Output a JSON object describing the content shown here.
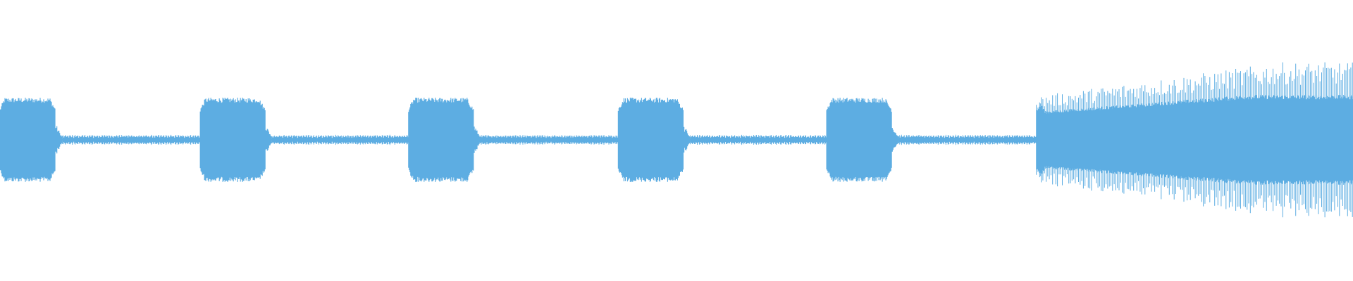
{
  "waveform": {
    "color": "#5DADE2",
    "background": "#FFFFFF",
    "segments": [
      {
        "type": "burst",
        "start": 0.0,
        "end": 0.041,
        "amplitude": 0.15,
        "texture": "dense"
      },
      {
        "type": "tone",
        "start": 0.041,
        "end": 0.148,
        "amplitude": 0.018,
        "texture": "ripple"
      },
      {
        "type": "burst",
        "start": 0.148,
        "end": 0.196,
        "amplitude": 0.15,
        "texture": "dense"
      },
      {
        "type": "tone",
        "start": 0.196,
        "end": 0.302,
        "amplitude": 0.018,
        "texture": "ripple"
      },
      {
        "type": "burst",
        "start": 0.302,
        "end": 0.35,
        "amplitude": 0.15,
        "texture": "dense"
      },
      {
        "type": "tone",
        "start": 0.35,
        "end": 0.457,
        "amplitude": 0.018,
        "texture": "ripple"
      },
      {
        "type": "burst",
        "start": 0.457,
        "end": 0.505,
        "amplitude": 0.15,
        "texture": "dense"
      },
      {
        "type": "tone",
        "start": 0.505,
        "end": 0.611,
        "amplitude": 0.018,
        "texture": "ripple"
      },
      {
        "type": "burst",
        "start": 0.611,
        "end": 0.659,
        "amplitude": 0.15,
        "texture": "dense"
      },
      {
        "type": "tone",
        "start": 0.659,
        "end": 0.766,
        "amplitude": 0.018,
        "texture": "ripple"
      },
      {
        "type": "rise",
        "start": 0.766,
        "end": 1.0,
        "amplitude": 0.36,
        "texture": "spiky"
      }
    ]
  }
}
